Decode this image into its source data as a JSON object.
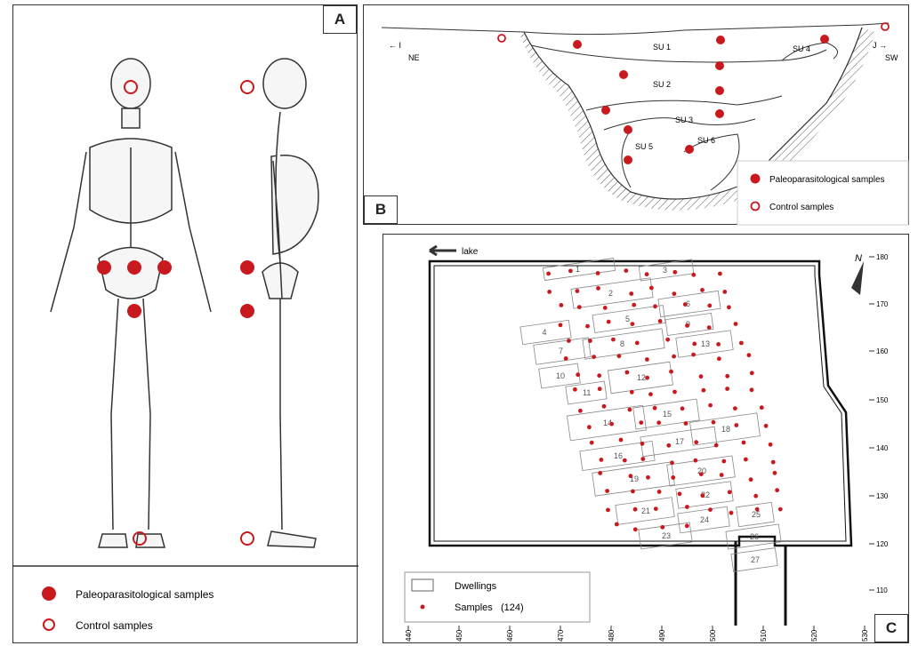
{
  "panelA": {
    "letter": "A",
    "legend": {
      "paleo": "Paleoparasitological samples",
      "control": "Control samples"
    }
  },
  "panelB": {
    "letter": "B",
    "left_marker": "← I",
    "left_dir": "NE",
    "right_marker": "J →",
    "right_dir": "SW",
    "units": [
      "SU 1",
      "SU 2",
      "SU 3",
      "SU 4",
      "SU 5",
      "SU 6"
    ],
    "legend": {
      "paleo": "Paleoparasitological samples",
      "control": "Control samples"
    }
  },
  "panelC": {
    "letter": "C",
    "lake_label": "lake",
    "north_label": "N",
    "dwellings": [
      "1",
      "2",
      "3",
      "4",
      "5",
      "6",
      "7",
      "8",
      "9",
      "10",
      "11",
      "12",
      "13",
      "14",
      "15",
      "16",
      "17",
      "18",
      "19",
      "20",
      "21",
      "22",
      "23",
      "24",
      "25",
      "26",
      "27"
    ],
    "x_ticks": [
      "440",
      "450",
      "460",
      "470",
      "480",
      "490",
      "500",
      "510",
      "520",
      "530"
    ],
    "y_ticks": [
      "180",
      "170",
      "160",
      "150",
      "140",
      "130",
      "120",
      "110"
    ],
    "legend": {
      "dwellings": "Dwellings",
      "samples": "Samples",
      "samples_count": "(124)"
    }
  },
  "colors": {
    "sample": "#c8191e",
    "outline": "#333333"
  }
}
